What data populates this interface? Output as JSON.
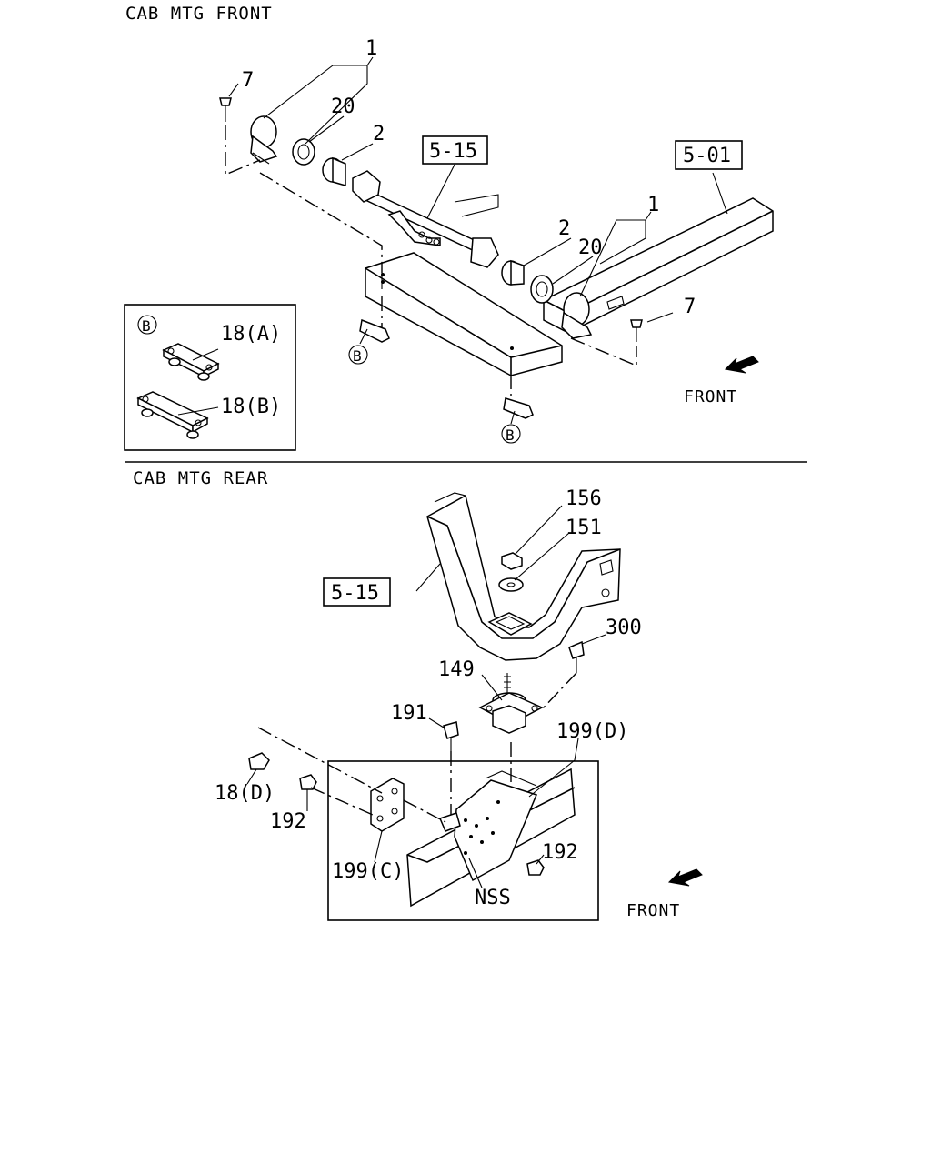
{
  "sections": {
    "front": {
      "title": "CAB MTG FRONT",
      "callouts": {
        "c1_top": "1",
        "c7_left": "7",
        "c20_top": "20",
        "c2_top": "2",
        "ref515": "5-15",
        "ref501": "5-01",
        "c1_right": "1",
        "c2_right": "2",
        "c20_right": "20",
        "c7_right": "7",
        "b_left": "B",
        "b_bottom": "B"
      },
      "inset": {
        "marker": "B",
        "label_a": "18(A)",
        "label_b": "18(B)"
      },
      "front_label": "FRONT"
    },
    "rear": {
      "title": "CAB MTG REAR",
      "callouts": {
        "c156": "156",
        "c151": "151",
        "ref515": "5-15",
        "c300": "300",
        "c149": "149",
        "c191": "191",
        "c199d": "199(D)",
        "c18d": "18(D)",
        "c192_left": "192",
        "c199c": "199(C)",
        "c192_right": "192",
        "nss": "NSS"
      },
      "front_label": "FRONT"
    }
  },
  "icons": [
    "front-direction-arrow",
    "circled-letter-marker"
  ]
}
